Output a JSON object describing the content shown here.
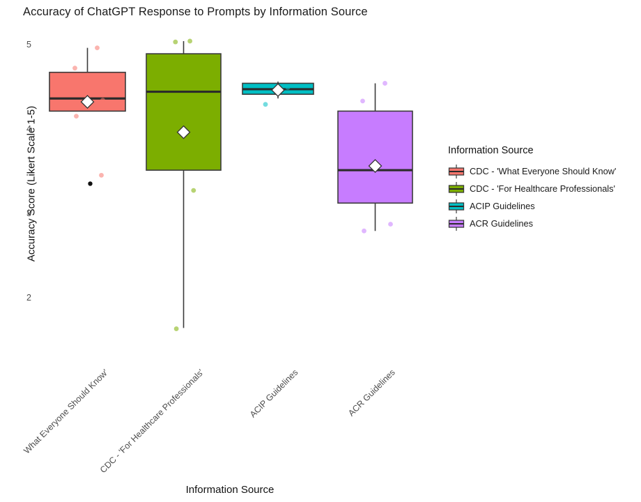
{
  "chart_data": {
    "type": "box",
    "title": "Accuracy of ChatGPT Response to Prompts by Information Source",
    "xlabel": "Information Source",
    "ylabel": "Accuracy Score (Likert Scale 1-5)",
    "legend_title": "Information Source",
    "legend_position": "right",
    "grid": false,
    "ylim": [
      1.45,
      5.15
    ],
    "yticks": [
      2,
      3,
      4,
      5
    ],
    "ytick_labels": [
      "2",
      "3",
      "4",
      "5"
    ],
    "categories": [
      "CDC - 'What Everyone Should Know'",
      "CDC - 'For Healthcare Professionals'",
      "ACIP Guidelines",
      "ACR Guidelines"
    ],
    "xtick_labels": [
      "What Everyone Should Know'",
      "CDC - 'For Healthcare Professionals'",
      "ACIP Guidelines",
      "ACR Guidelines"
    ],
    "colors": [
      "#F8766D",
      "#7CAE00",
      "#00BFC4",
      "#C77CFF"
    ],
    "box_line_color": "#3b3b3b",
    "mean_marker": "white-diamond",
    "series": [
      {
        "name": "CDC - 'What Everyone Should Know'",
        "color": "#F8766D",
        "q1": 4.22,
        "median": 4.37,
        "q3": 4.68,
        "whisker_low": 4.22,
        "whisker_high": 4.97,
        "mean": 4.33,
        "points": [
          4.97,
          4.73,
          4.35,
          4.16,
          3.46
        ],
        "outlier_points": [
          3.36
        ]
      },
      {
        "name": "CDC - 'For Healthcare Professionals'",
        "color": "#7CAE00",
        "q1": 3.52,
        "median": 4.45,
        "q3": 4.9,
        "whisker_low": 1.65,
        "whisker_high": 5.05,
        "mean": 3.97,
        "points": [
          5.05,
          5.04,
          3.28,
          1.64
        ],
        "outlier_points": []
      },
      {
        "name": "ACIP Guidelines",
        "color": "#00BFC4",
        "q1": 4.42,
        "median": 4.48,
        "q3": 4.55,
        "whisker_low": 4.37,
        "whisker_high": 4.57,
        "mean": 4.47,
        "points": [
          4.5,
          4.3
        ],
        "outlier_points": []
      },
      {
        "name": "ACR Guidelines",
        "color": "#C77CFF",
        "q1": 3.13,
        "median": 3.52,
        "q3": 4.22,
        "whisker_low": 2.8,
        "whisker_high": 4.55,
        "mean": 3.57,
        "points": [
          4.55,
          4.34,
          2.88,
          2.8
        ],
        "outlier_points": []
      }
    ]
  },
  "legend": {
    "title": "Information Source",
    "items": [
      {
        "label": "CDC - 'What Everyone Should Know'",
        "color": "#F8766D"
      },
      {
        "label": "CDC - 'For Healthcare Professionals'",
        "color": "#7CAE00"
      },
      {
        "label": "ACIP Guidelines",
        "color": "#00BFC4"
      },
      {
        "label": "ACR Guidelines",
        "color": "#C77CFF"
      }
    ]
  }
}
